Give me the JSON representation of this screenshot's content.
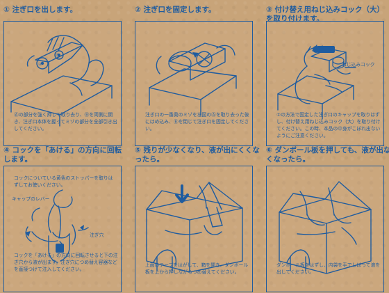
{
  "steps": [
    {
      "title": "① 注ぎ口を出します。",
      "markers": [
        "Ⓐ",
        "Ⓑ"
      ],
      "caption": "Ⓐの部分を強く押して取り去り、Ⓑを両側に開き、注ぎ口本体を握ってミゾの部分を全部引き出してください。"
    },
    {
      "title": "② 注ぎ口を固定します。",
      "caption": "注ぎ口の一番奥のミゾを左図のⒶを取り去った後にはめ込み、Ⓑを閉じて注ぎ口を固定してください。"
    },
    {
      "title": "③ 付け替え用ねじ込みコック（大）を取り付けます。",
      "labels": [
        "ねじ込みコック"
      ],
      "caption": "②の方法で固定した注ぎ口のキャップを取りはずし、付け替え用ねじ込みコック（大）を取り付けてください。この時、本品の中身がこぼれ出ないようにご注意ください。"
    },
    {
      "title": "④ コックを「あける」の方向に回転します。",
      "note": "コックについている黄色のストッパーを取りはずしてお使いください。",
      "labels": [
        "キャップのレバー",
        "注ぎ穴"
      ],
      "caption": "コックを「あける」の方向に回転させると下の注ぎ穴から液が出ます。注ぎ穴につめ替え容器などを直接つけて注入してください。"
    },
    {
      "title": "⑤ 残りが少なくなり、液が出にくくなったら。",
      "caption": "上面のテープをはがして、箱を開き、ダンボール板を上から押しながらつめ替えてください。"
    },
    {
      "title": "⑥ ダンボール板を押しても、液が出なくなったら。",
      "caption": "ダンボール板をはずし、内袋を手でしぼって液を出してください。"
    }
  ]
}
